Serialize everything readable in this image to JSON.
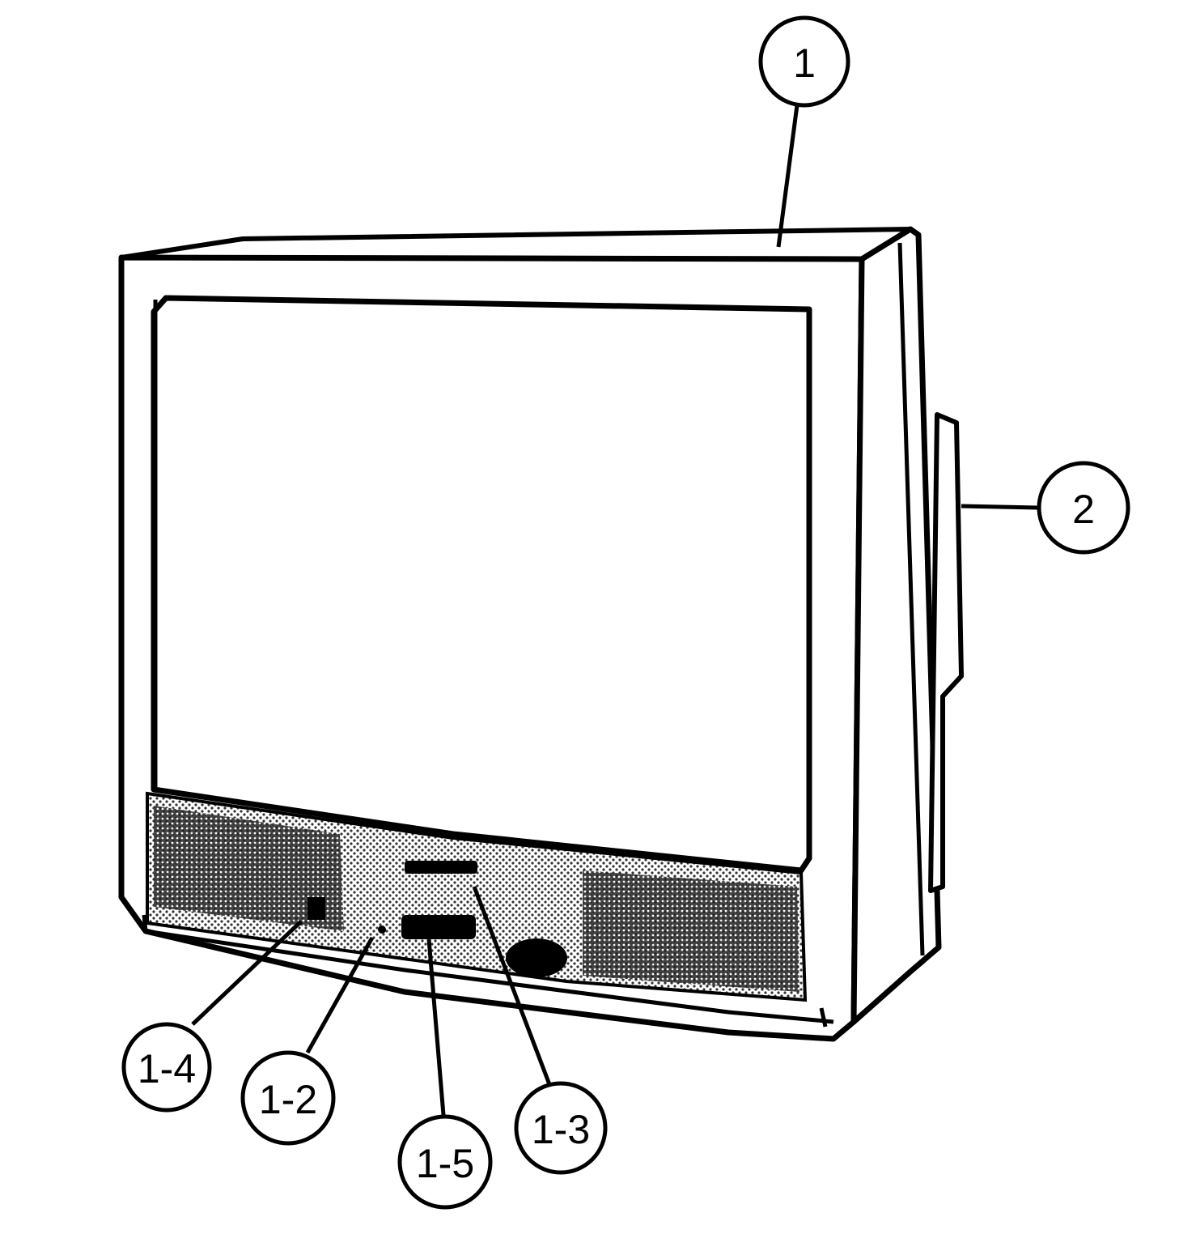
{
  "figure": {
    "subject": "television-front-assembly",
    "colors": {
      "line": "#000000",
      "background": "#ffffff",
      "speaker_grille": "#444444"
    }
  },
  "callouts": [
    {
      "id": "1",
      "label": "1"
    },
    {
      "id": "2",
      "label": "2"
    },
    {
      "id": "1-4",
      "label": "1-4"
    },
    {
      "id": "1-2",
      "label": "1-2"
    },
    {
      "id": "1-5",
      "label": "1-5"
    },
    {
      "id": "1-3",
      "label": "1-3"
    }
  ]
}
